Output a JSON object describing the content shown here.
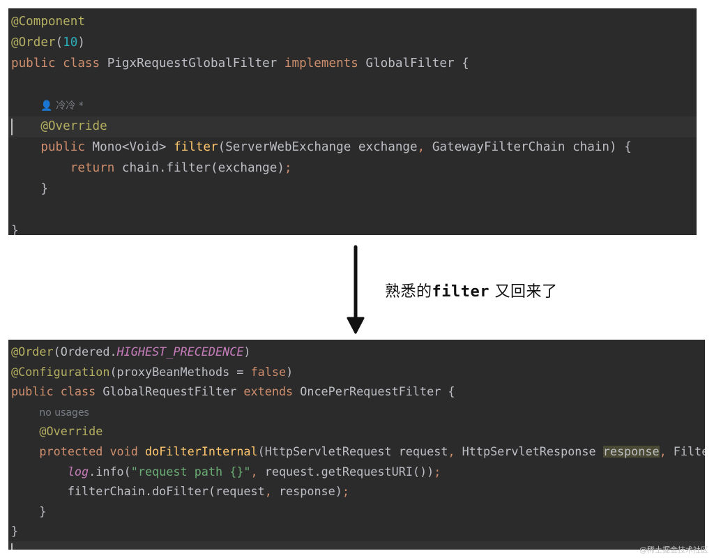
{
  "panels": [
    {
      "lines": [
        [
          {
            "t": "@Component",
            "c": "an"
          }
        ],
        [
          {
            "t": "@Order",
            "c": "an"
          },
          {
            "t": "(",
            "c": "pl"
          },
          {
            "t": "10",
            "c": "num"
          },
          {
            "t": ")",
            "c": "pl"
          }
        ],
        [
          {
            "t": "public class ",
            "c": "kw"
          },
          {
            "t": "PigxRequestGlobalFilter ",
            "c": "pl"
          },
          {
            "t": "implements ",
            "c": "kw"
          },
          {
            "t": "GlobalFilter {",
            "c": "pl"
          }
        ],
        [],
        [
          {
            "t": "    ",
            "c": "pl"
          },
          {
            "t": "👤 冷冷 *",
            "c": "hint"
          }
        ],
        [
          {
            "t": "    ",
            "c": "pl"
          },
          {
            "t": "@Override",
            "c": "an"
          }
        ],
        [
          {
            "t": "    ",
            "c": "pl"
          },
          {
            "t": "public ",
            "c": "kw"
          },
          {
            "t": "Mono<Void> ",
            "c": "pl"
          },
          {
            "t": "filter",
            "c": "fn"
          },
          {
            "t": "(ServerWebExchange exchange",
            "c": "pl"
          },
          {
            "t": ", ",
            "c": "kw"
          },
          {
            "t": "GatewayFilterChain chain) {",
            "c": "pl"
          }
        ],
        [
          {
            "t": "        ",
            "c": "pl"
          },
          {
            "t": "return ",
            "c": "kw"
          },
          {
            "t": "chain.filter(exchange)",
            "c": "pl"
          },
          {
            "t": ";",
            "c": "kw"
          }
        ],
        [
          {
            "t": "    }",
            "c": "pl"
          }
        ],
        [],
        [
          {
            "t": "}",
            "c": "pl"
          }
        ]
      ]
    },
    {
      "lines": [
        [
          {
            "t": "@Order",
            "c": "an"
          },
          {
            "t": "(Ordered.",
            "c": "pl"
          },
          {
            "t": "HIGHEST_PRECEDENCE",
            "c": "cst"
          },
          {
            "t": ")",
            "c": "pl"
          }
        ],
        [
          {
            "t": "@Configuration",
            "c": "an"
          },
          {
            "t": "(proxyBeanMethods = ",
            "c": "pl"
          },
          {
            "t": "false",
            "c": "kw"
          },
          {
            "t": ")",
            "c": "pl"
          }
        ],
        [
          {
            "t": "public class ",
            "c": "kw"
          },
          {
            "t": "GlobalRequestFilter ",
            "c": "pl"
          },
          {
            "t": "extends ",
            "c": "kw"
          },
          {
            "t": "OncePerRequestFilter {",
            "c": "pl"
          }
        ],
        [
          {
            "t": "    ",
            "c": "pl"
          },
          {
            "t": "no usages",
            "c": "hint"
          }
        ],
        [
          {
            "t": "    ",
            "c": "pl"
          },
          {
            "t": "@Override",
            "c": "an"
          }
        ],
        [
          {
            "t": "    ",
            "c": "pl"
          },
          {
            "t": "protected void ",
            "c": "kw"
          },
          {
            "t": "doFilterInternal",
            "c": "fn"
          },
          {
            "t": "(HttpServletRequest request",
            "c": "pl"
          },
          {
            "t": ", ",
            "c": "kw"
          },
          {
            "t": "HttpServletResponse ",
            "c": "pl"
          },
          {
            "t": "response",
            "c": "hl"
          },
          {
            "t": ", ",
            "c": "kw"
          },
          {
            "t": "FilterChain filterChain)",
            "c": "pl"
          }
        ],
        [
          {
            "t": "        ",
            "c": "pl"
          },
          {
            "t": "log",
            "c": "cst"
          },
          {
            "t": ".info(",
            "c": "pl"
          },
          {
            "t": "\"request path {}\"",
            "c": "str"
          },
          {
            "t": ", ",
            "c": "kw"
          },
          {
            "t": "request.getRequestURI())",
            "c": "pl"
          },
          {
            "t": ";",
            "c": "kw"
          }
        ],
        [
          {
            "t": "        ",
            "c": "pl"
          },
          {
            "t": "filterChain.doFilter(request",
            "c": "pl"
          },
          {
            "t": ", ",
            "c": "kw"
          },
          {
            "t": "response)",
            "c": "pl"
          },
          {
            "t": ";",
            "c": "kw"
          }
        ],
        [
          {
            "t": "    }",
            "c": "pl"
          }
        ],
        [
          {
            "t": "}",
            "c": "pl"
          }
        ],
        []
      ]
    }
  ],
  "caption": {
    "part1": "熟悉的",
    "code": "filter",
    "part2": " 又回来了"
  },
  "watermark": "@稀土掘金技术社区",
  "icons": {
    "arrow": "arrow-down-icon",
    "author": "user-icon"
  }
}
